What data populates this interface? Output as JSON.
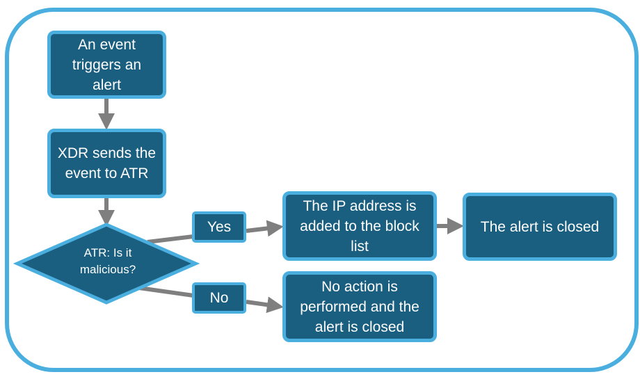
{
  "nodes": {
    "event": "An event triggers an alert",
    "xdr": "XDR sends the event to ATR",
    "decision": "ATR: Is it malicious?",
    "block": "The IP address is added to the block list",
    "closed": "The alert is closed",
    "noaction": "No action is performed and the alert is closed"
  },
  "labels": {
    "yes": "Yes",
    "no": "No"
  },
  "colors": {
    "fill": "#1a5e80",
    "border": "#4aaede",
    "arrow": "#7f7f7f"
  }
}
